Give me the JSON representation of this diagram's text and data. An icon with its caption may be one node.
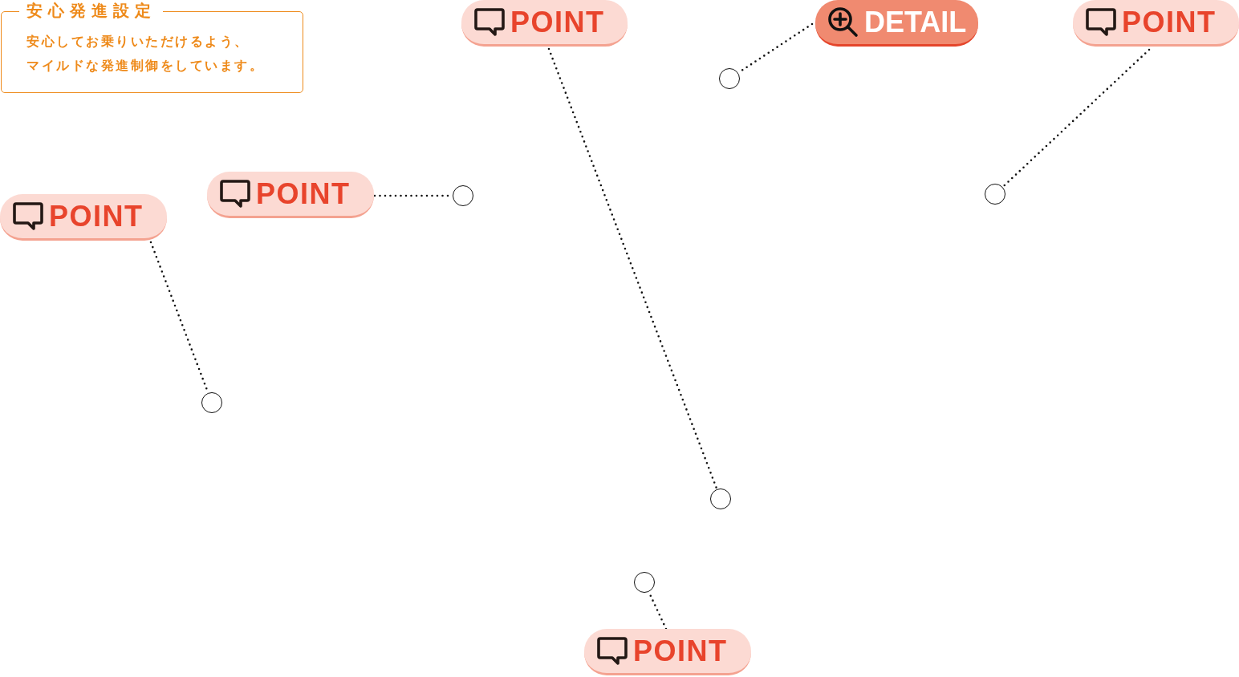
{
  "diagram": {
    "nodes": [
      {
        "text": [
          "安心発進設定",
          "安心してお乗りいただけるよう、マイルドな発進制御をしています。"
        ]
      },
      {
        "text": [
          "POINT"
        ]
      },
      {
        "text": [
          "DETAIL"
        ]
      },
      {
        "text": [
          "POINT"
        ]
      },
      {
        "text": [],
        "shape": "circle"
      },
      {
        "text": [
          "POINT"
        ]
      },
      {
        "text": [],
        "shape": "circle"
      },
      {
        "text": [],
        "shape": "circle"
      },
      {
        "text": [
          "POINT"
        ]
      },
      {
        "text": [],
        "shape": "circle"
      },
      {
        "text": [],
        "shape": "circle"
      },
      {
        "text": [],
        "shape": "circle"
      },
      {
        "text": [
          "POINT"
        ]
      }
    ],
    "edges": [
      {
        "from": 1,
        "to": 10,
        "arrow": "none"
      },
      {
        "from": 2,
        "to": 4,
        "arrow": "none"
      },
      {
        "from": 3,
        "to": 6,
        "arrow": "none"
      },
      {
        "from": 5,
        "to": 7,
        "arrow": "none"
      },
      {
        "from": 8,
        "to": 9,
        "arrow": "none"
      },
      {
        "from": 12,
        "to": 11,
        "arrow": "none"
      }
    ]
  }
}
